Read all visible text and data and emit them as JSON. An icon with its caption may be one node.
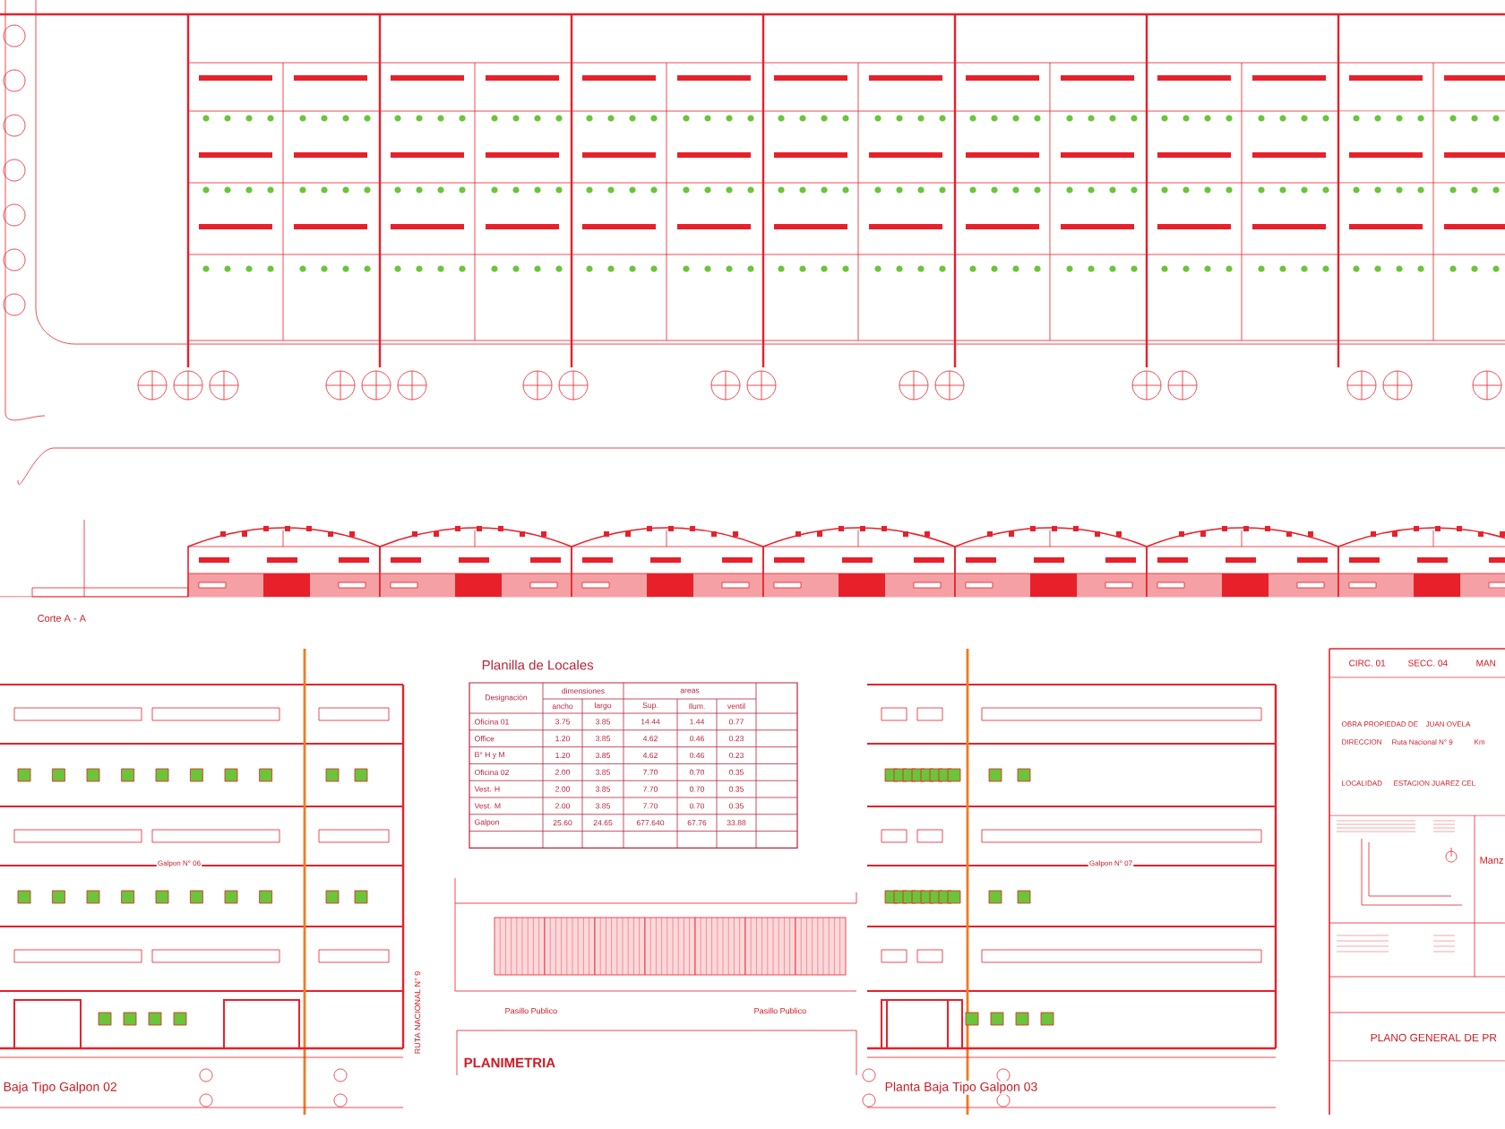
{
  "diagram": {
    "labels": [
      "Corte A - A",
      "Planilla de Locales",
      "Designación",
      "dimensiones",
      "areas",
      "ancho",
      "largo",
      "Sup.",
      "Ilum.",
      "ventil",
      "Oficina 01",
      "3.75",
      "3.85",
      "14.44",
      "1.44",
      "0.77",
      "Office",
      "1.20",
      "3.85",
      "4.62",
      "0.46",
      "0.23",
      "B° H y M",
      "1.20",
      "3.85",
      "4.62",
      "0.46",
      "0.23",
      "Oficina 02",
      "2.00",
      "3.85",
      "7.70",
      "0.70",
      "0.35",
      "Vest. H",
      "2.00",
      "3.85",
      "7.70",
      "0.70",
      "0.35",
      "Vest. M",
      "2.00",
      "3.85",
      "7.70",
      "0.70",
      "0.35",
      "Galpon",
      "25.60",
      "24.65",
      "677.640",
      "67.76",
      "33.88",
      "CIRC. 01",
      "SECC. 04",
      "MAN",
      "OBRA PROPIEDAD DE",
      "JUAN OVELA",
      "DIRECCION",
      "Ruta Nacional N° 9",
      "Km",
      "LOCALIDAD",
      "ESTACION JUAREZ CEL",
      "Manz",
      "Galpon N° 06",
      "Galpon N° 07",
      "RUTA NACIONAL N° 9",
      "Pasillo Publico",
      "Pasillo Publico",
      "PLANIMETRIA",
      "PLANO GENERAL DE PR",
      "Baja Tipo Galpon 02",
      "Planta Baja Tipo Galpon 03"
    ]
  }
}
